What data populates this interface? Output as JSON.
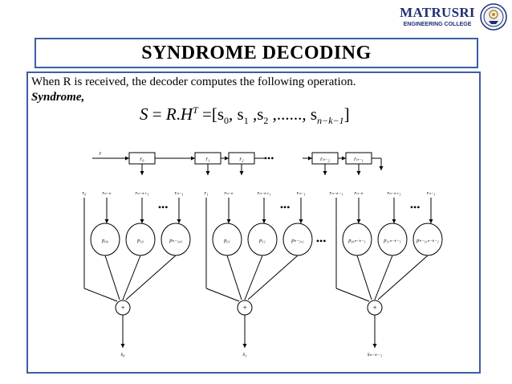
{
  "header": {
    "logo_name": "MATRUSRI",
    "logo_subtitle": "ENGINEERING COLLEGE"
  },
  "title": "SYNDROME DECODING",
  "body": {
    "line1": "When R is received, the decoder computes the following operation.",
    "line2": "Syndrome,"
  },
  "formula": {
    "lhs_var": "S",
    "eq": "=",
    "r": "R",
    "dot": ".",
    "h": "H",
    "h_sup": "T",
    "rhs": "=[s",
    "s0_sub": "0",
    "sep1": ", s",
    "s1_sub": "1",
    "sep2": " ,s",
    "s2_sub": "2",
    "dots": " ,......, s",
    "sn_sub": "n−k−1",
    "close": "]"
  },
  "diagram": {
    "input_label": "r",
    "registers": [
      "r₀",
      "r₁",
      "r₂",
      "rₙ₋₂",
      "rₙ₋₁"
    ],
    "register_ellipsis": "•••",
    "groups": [
      {
        "inputs": [
          "r₀",
          "rₙ₋ₖ",
          "rₙ₋ₖ₊₁",
          "rₙ₋₁"
        ],
        "nodes": [
          "p₀₀",
          "p₁₀",
          "pₖ₋₁,₀"
        ],
        "output": "s₀"
      },
      {
        "inputs": [
          "r₁",
          "rₙ₋ₖ",
          "rₙ₋ₖ₊₁",
          "rₙ₋₁"
        ],
        "nodes": [
          "p₀₁",
          "p₁₁",
          "pₖ₋₁,₁"
        ],
        "output": "s₁"
      },
      {
        "inputs": [
          "rₙ₋ₖ₋₁",
          "rₙ₋ₖ",
          "rₙ₋ₖ₊₁",
          "rₙ₋₁"
        ],
        "nodes": [
          "p₀,ₙ₋ₖ₋₁",
          "p₁,ₙ₋ₖ₋₁",
          "pₖ₋₁,ₙ₋ₖ₋₁"
        ],
        "output": "sₙ₋ₖ₋₁"
      }
    ],
    "adder_symbol": "+",
    "group_ellipsis": "•••"
  }
}
